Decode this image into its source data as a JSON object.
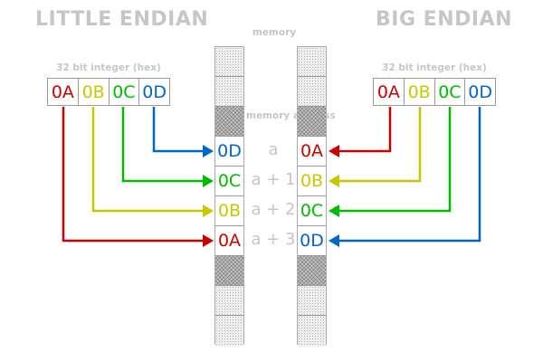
{
  "titles": {
    "little_endian": "LITTLE ENDIAN",
    "big_endian": "BIG ENDIAN"
  },
  "labels": {
    "integer_left": "32 bit integer (hex)",
    "integer_right": "32 bit integer (hex)",
    "memory": "memory",
    "memory_address": "memory address"
  },
  "colors": {
    "byte_0A": "#cc0000",
    "byte_0B": "#c8c800",
    "byte_0C": "#00bb00",
    "byte_0D": "#0066cc",
    "label_gray": "#c6c6c6"
  },
  "integer_bytes": [
    "0A",
    "0B",
    "0C",
    "0D"
  ],
  "addresses": [
    "a",
    "a + 1",
    "a + 2",
    "a + 3"
  ],
  "memory": {
    "little_endian": [
      "0D",
      "0C",
      "0B",
      "0A"
    ],
    "big_endian": [
      "0A",
      "0B",
      "0C",
      "0D"
    ]
  }
}
